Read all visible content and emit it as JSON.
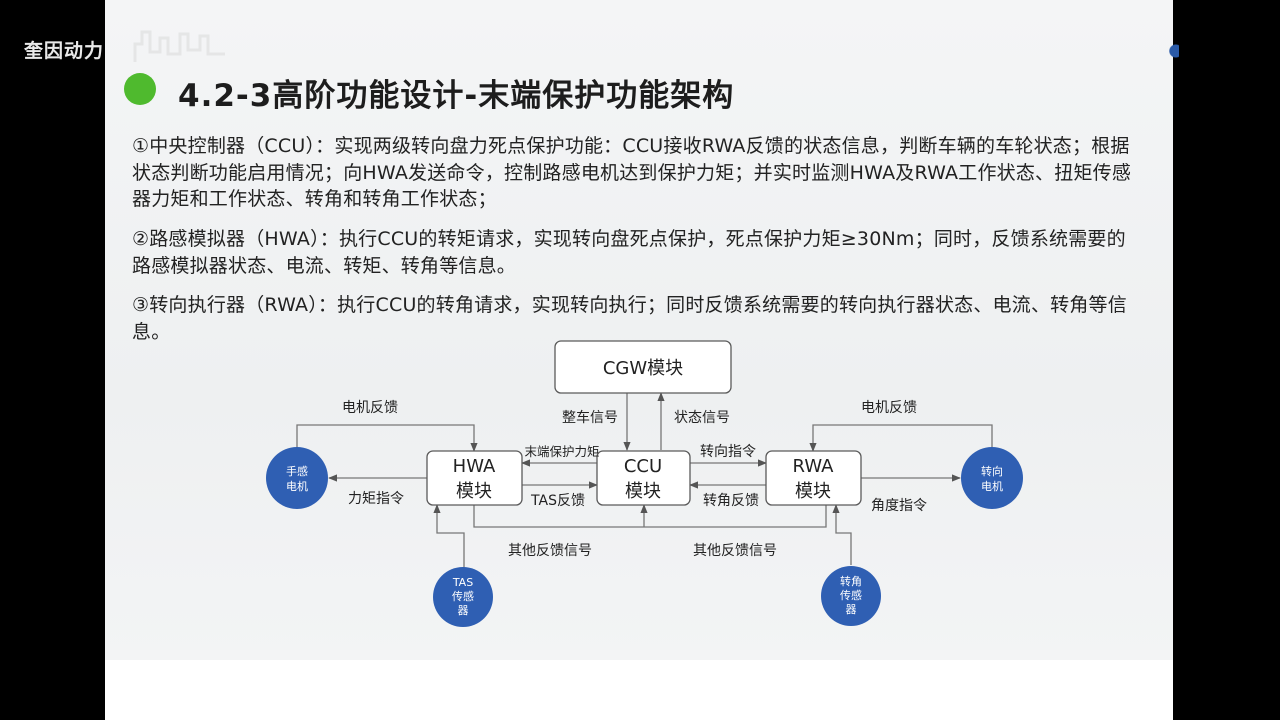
{
  "overlay": {
    "watermark": "奎因动力"
  },
  "slide": {
    "title": "4.2-3高阶功能设计-末端保护功能架构",
    "paragraphs": [
      "①中央控制器（CCU）：实现两级转向盘力死点保护功能：CCU接收RWA反馈的状态信息，判断车辆的车轮状态；根据状态判断功能启用情况；向HWA发送命令，控制路感电机达到保护力矩；并实时监测HWA及RWA工作状态、扭矩传感器力矩和工作状态、转角和转角工作状态；",
      "②路感模拟器（HWA）：执行CCU的转矩请求，实现转向盘死点保护，死点保护力矩≥30Nm；同时，反馈系统需要的路感模拟器状态、电流、转矩、转角等信息。",
      "③转向执行器（RWA）：执行CCU的转角请求，实现转向执行；同时反馈系统需要的转向执行器状态、电流、转角等信息。"
    ]
  },
  "diagram": {
    "nodes": {
      "cgw": "CGW模块",
      "hwa_line1": "HWA",
      "hwa_line2": "模块",
      "ccu_line1": "CCU",
      "ccu_line2": "模块",
      "rwa_line1": "RWA",
      "rwa_line2": "模块",
      "hand_motor_line1": "手感",
      "hand_motor_line2": "电机",
      "steer_motor_line1": "转向",
      "steer_motor_line2": "电机",
      "tas_line1": "TAS",
      "tas_line2": "传感",
      "tas_line3": "器",
      "angle_line1": "转角",
      "angle_line2": "传感",
      "angle_line3": "器"
    },
    "labels": {
      "motor_feedback_left": "电机反馈",
      "motor_feedback_right": "电机反馈",
      "vehicle_signal": "整车信号",
      "status_signal": "状态信号",
      "end_protection_torque": "末端保护力矩",
      "steer_command": "转向指令",
      "torque_command": "力矩指令",
      "tas_feedback": "TAS反馈",
      "angle_feedback": "转角反馈",
      "angle_command": "角度指令",
      "other_feedback_left": "其他反馈信号",
      "other_feedback_right": "其他反馈信号"
    },
    "colors": {
      "circle_fill": "#2f5fb3",
      "box_stroke": "#5a5a5a",
      "line": "#777777"
    }
  }
}
